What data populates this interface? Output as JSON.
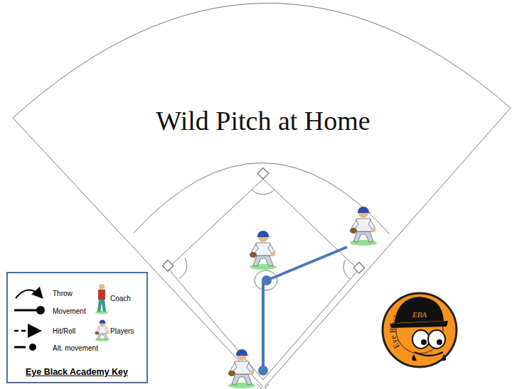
{
  "diagram": {
    "title": "Wild Pitch at Home",
    "labels": [
      "Eye Black Academy Key",
      "Eye Black Academy",
      "EBA"
    ],
    "legend": [
      {
        "text": "Throw"
      },
      {
        "text": "Coach"
      },
      {
        "text": "Movement"
      },
      {
        "text": "Players"
      },
      {
        "text": "Hit/Roll"
      },
      {
        "text": "Alt. movement"
      }
    ]
  }
}
